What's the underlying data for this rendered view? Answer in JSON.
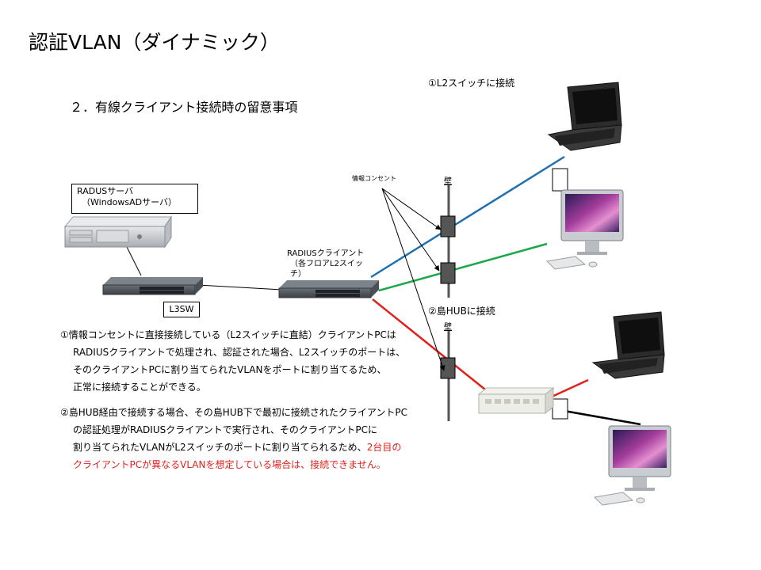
{
  "title": "認証VLAN（ダイナミック）",
  "subtitle": "２．有線クライアント接続時の留意事項",
  "labels": {
    "l2_connect": "①L2スイッチに接続",
    "hub_connect": "②島HUBに接続",
    "outlet": "情報コンセント",
    "wall_top": "壁",
    "wall_bottom": "壁"
  },
  "boxes": {
    "radius_server_line1": "RADUSサーバ",
    "radius_server_line2": "（WindowsADサーバ）",
    "radius_client_line1": "RADIUSクライアント",
    "radius_client_line2": "（各フロアL2スイッチ）",
    "l3sw": "L3SW"
  },
  "notes": {
    "n1_l1": "①情報コンセントに直接接続している（L2スイッチに直結）クライアントPCは",
    "n1_l2": "RADIUSクライアントで処理され、認証された場合、L2スイッチのポートは、",
    "n1_l3": "そのクライアントPCに割り当てられたVLANをポートに割り当てるため、",
    "n1_l4": "正常に接続することができる。",
    "n2_l1": "②島HUB経由で接続する場合、その島HUB下で最初に接続されたクライアントPC",
    "n2_l2": "の認証処理がRADIUSクライアントで実行され、そのクライアントPCに",
    "n2_l3a": "割り当てられたVLANがL2スイッチのポートに割り当てられるため、",
    "n2_l3b": "2台目の",
    "n2_l4": "クライアントPCが異なるVLANを想定している場合は、接続できません。"
  },
  "colors": {
    "blue": "#1f6fb2",
    "green": "#1aa84a",
    "red": "#e0201b",
    "device_dark": "#4a4f55",
    "outlet": "#555555"
  },
  "icons": [
    "server-icon",
    "l3-switch-icon",
    "l2-switch-icon",
    "laptop-icon",
    "desktop-pc-icon",
    "hub-icon",
    "info-outlet-icon"
  ]
}
